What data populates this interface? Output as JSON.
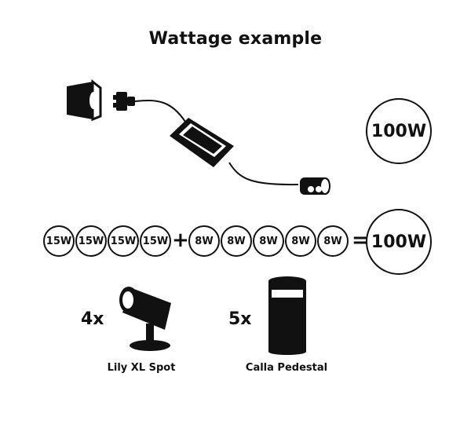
{
  "title": "Wattage example",
  "power_badge": "100W",
  "equation": {
    "spot_watts": [
      "15W",
      "15W",
      "15W",
      "15W"
    ],
    "plus": "+",
    "pedestal_watts": [
      "8W",
      "8W",
      "8W",
      "8W",
      "8W"
    ],
    "equals": "=",
    "total": "100W"
  },
  "products": [
    {
      "count": "4x",
      "name": "Lily XL Spot"
    },
    {
      "count": "5x",
      "name": "Calla Pedestal"
    }
  ]
}
